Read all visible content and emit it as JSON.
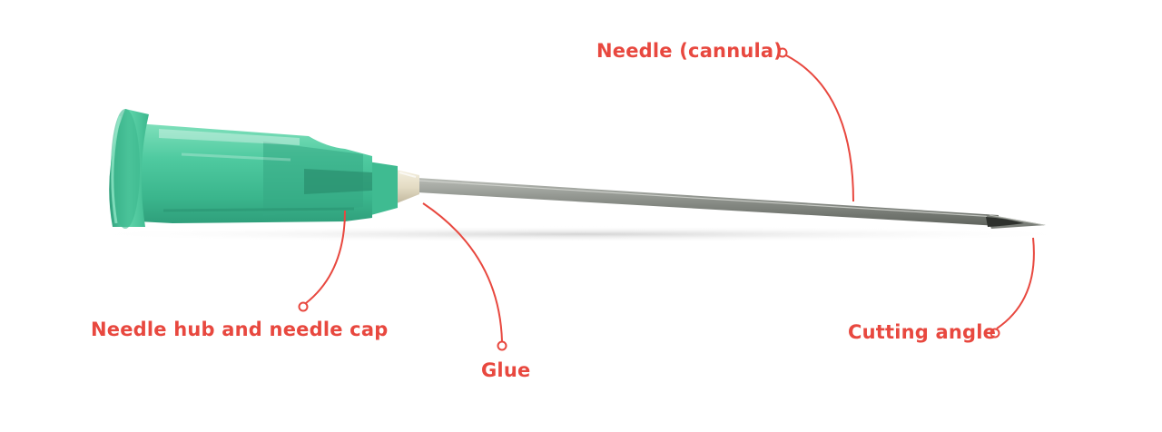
{
  "diagram": {
    "accent_color": "#e8483f",
    "hub_color": "#45c49a",
    "labels": {
      "cannula": "Needle (cannula)",
      "hub": "Needle hub and needle cap",
      "glue": "Glue",
      "cutting": "Cutting angle"
    }
  }
}
